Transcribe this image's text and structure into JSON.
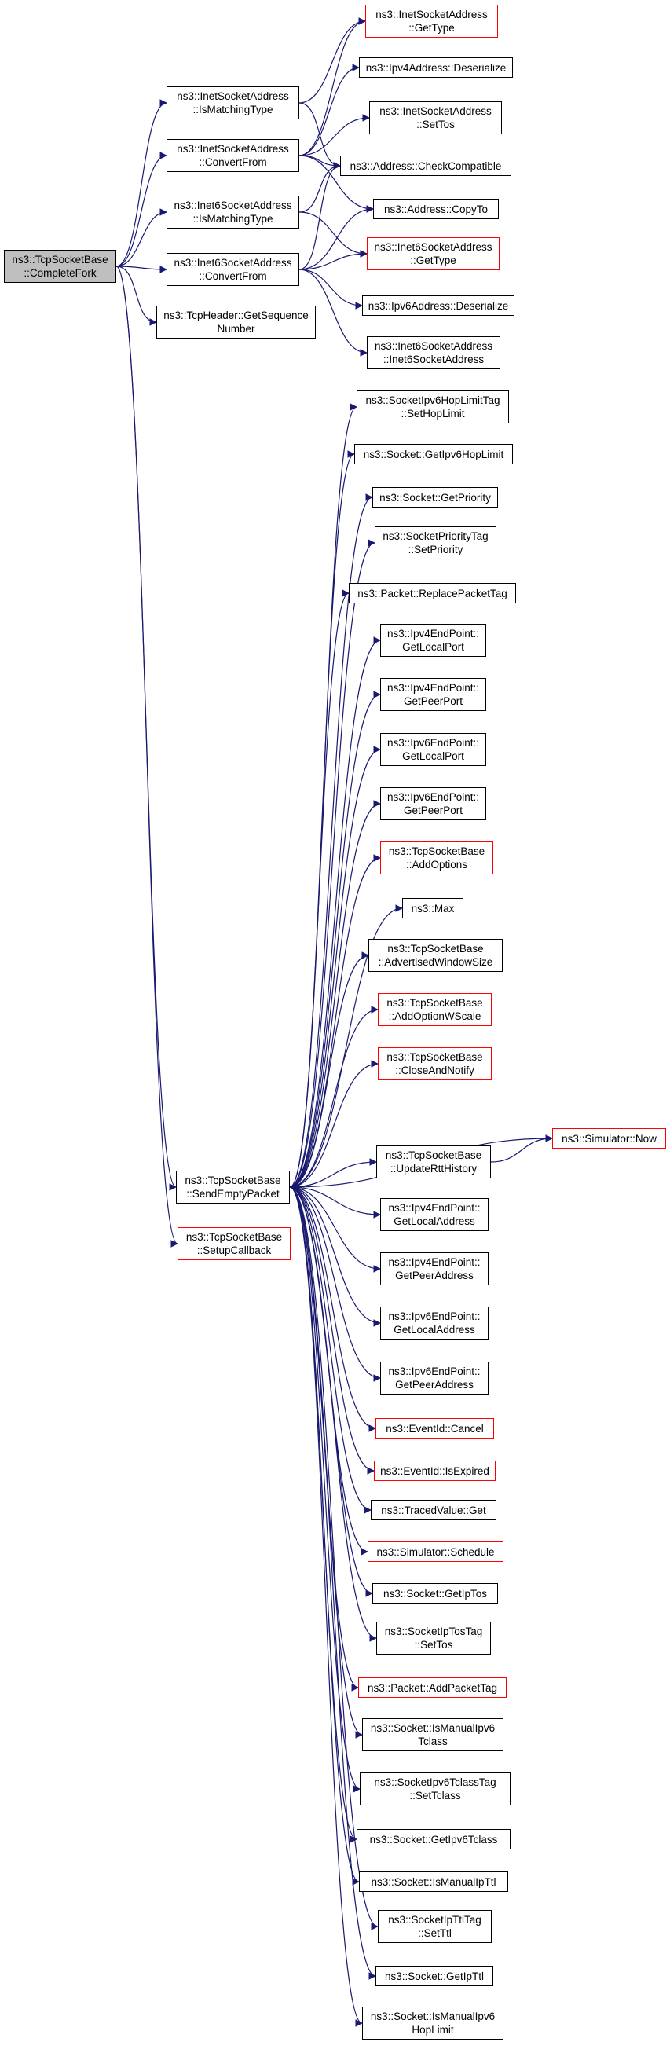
{
  "colors": {
    "edge": "#191970",
    "border": "#000000",
    "link_border": "#ff0000",
    "root_fill": "#bfbfbf"
  },
  "nodes": {
    "root": [
      "ns3::TcpSocketBase",
      "::CompleteFork"
    ],
    "inet_is_matching": [
      "ns3::InetSocketAddress",
      "::IsMatchingType"
    ],
    "inet_convert_from": [
      "ns3::InetSocketAddress",
      "::ConvertFrom"
    ],
    "inet6_is_matching": [
      "ns3::Inet6SocketAddress",
      "::IsMatchingType"
    ],
    "inet6_convert_from": [
      "ns3::Inet6SocketAddress",
      "::ConvertFrom"
    ],
    "tcpheader_getseq": [
      "ns3::TcpHeader::GetSequence",
      "Number"
    ],
    "send_empty_packet": [
      "ns3::TcpSocketBase",
      "::SendEmptyPacket"
    ],
    "setup_callback": [
      "ns3::TcpSocketBase",
      "::SetupCallback"
    ],
    "inet_gettype": [
      "ns3::InetSocketAddress",
      "::GetType"
    ],
    "ipv4addr_deserialize": [
      "ns3::Ipv4Address::Deserialize"
    ],
    "inet_settos": [
      "ns3::InetSocketAddress",
      "::SetTos"
    ],
    "address_checkcompat": [
      "ns3::Address::CheckCompatible"
    ],
    "address_copyto": [
      "ns3::Address::CopyTo"
    ],
    "inet6_gettype": [
      "ns3::Inet6SocketAddress",
      "::GetType"
    ],
    "ipv6addr_deserialize": [
      "ns3::Ipv6Address::Deserialize"
    ],
    "inet6_ctor": [
      "ns3::Inet6SocketAddress",
      "::Inet6SocketAddress"
    ],
    "hoplimittag_set": [
      "ns3::SocketIpv6HopLimitTag",
      "::SetHopLimit"
    ],
    "socket_getipv6hoplimit": [
      "ns3::Socket::GetIpv6HopLimit"
    ],
    "socket_getpriority": [
      "ns3::Socket::GetPriority"
    ],
    "prioritytag_set": [
      "ns3::SocketPriorityTag",
      "::SetPriority"
    ],
    "packet_replacetag": [
      "ns3::Packet::ReplacePacketTag"
    ],
    "ipv4ep_getlocalport": [
      "ns3::Ipv4EndPoint::",
      "GetLocalPort"
    ],
    "ipv4ep_getpeerport": [
      "ns3::Ipv4EndPoint::",
      "GetPeerPort"
    ],
    "ipv6ep_getlocalport": [
      "ns3::Ipv6EndPoint::",
      "GetLocalPort"
    ],
    "ipv6ep_getpeerport": [
      "ns3::Ipv6EndPoint::",
      "GetPeerPort"
    ],
    "tcp_addoptions": [
      "ns3::TcpSocketBase",
      "::AddOptions"
    ],
    "max": [
      "ns3::Max"
    ],
    "tcp_advwin": [
      "ns3::TcpSocketBase",
      "::AdvertisedWindowSize"
    ],
    "tcp_addwscale": [
      "ns3::TcpSocketBase",
      "::AddOptionWScale"
    ],
    "tcp_closenotify": [
      "ns3::TcpSocketBase",
      "::CloseAndNotify"
    ],
    "simulator_now": [
      "ns3::Simulator::Now"
    ],
    "tcp_updatertt": [
      "ns3::TcpSocketBase",
      "::UpdateRttHistory"
    ],
    "ipv4ep_getlocaladdr": [
      "ns3::Ipv4EndPoint::",
      "GetLocalAddress"
    ],
    "ipv4ep_getpeeraddr": [
      "ns3::Ipv4EndPoint::",
      "GetPeerAddress"
    ],
    "ipv6ep_getlocaladdr": [
      "ns3::Ipv6EndPoint::",
      "GetLocalAddress"
    ],
    "ipv6ep_getpeeraddr": [
      "ns3::Ipv6EndPoint::",
      "GetPeerAddress"
    ],
    "eventid_cancel": [
      "ns3::EventId::Cancel"
    ],
    "eventid_isexpired": [
      "ns3::EventId::IsExpired"
    ],
    "tracedvalue_get": [
      "ns3::TracedValue::Get"
    ],
    "simulator_schedule": [
      "ns3::Simulator::Schedule"
    ],
    "socket_getiptos": [
      "ns3::Socket::GetIpTos"
    ],
    "iptostag_settos": [
      "ns3::SocketIpTosTag",
      "::SetTos"
    ],
    "packet_addtag": [
      "ns3::Packet::AddPacketTag"
    ],
    "socket_ismanualipv6tclass": [
      "ns3::Socket::IsManualIpv6",
      "Tclass"
    ],
    "ipv6tclasstag_set": [
      "ns3::SocketIpv6TclassTag",
      "::SetTclass"
    ],
    "socket_getipv6tclass": [
      "ns3::Socket::GetIpv6Tclass"
    ],
    "socket_ismanualipttl": [
      "ns3::Socket::IsManualIpTtl"
    ],
    "ipttltag_setttl": [
      "ns3::SocketIpTtlTag",
      "::SetTtl"
    ],
    "socket_getipttl": [
      "ns3::Socket::GetIpTtl"
    ],
    "socket_ismanualipv6hoplimit": [
      "ns3::Socket::IsManualIpv6",
      "HopLimit"
    ]
  }
}
